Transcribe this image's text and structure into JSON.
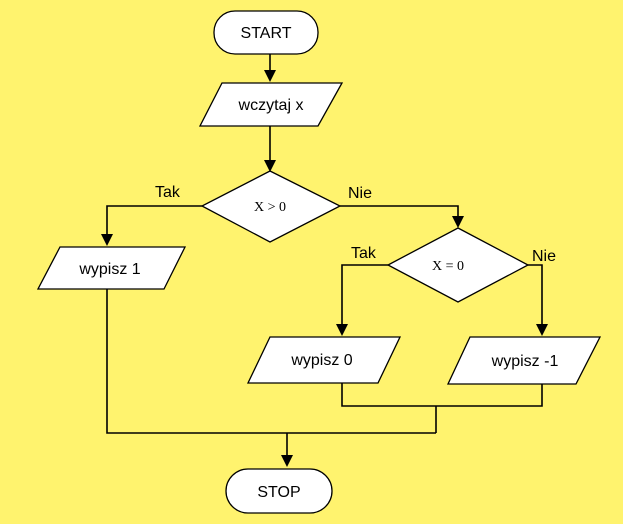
{
  "background_color": "#FFF36E",
  "flowchart": {
    "start_label": "START",
    "input_label": "wczytaj x",
    "decision1_label": "X > 0",
    "decision1_yes": "Tak",
    "decision1_no": "Nie",
    "output1_label": "wypisz 1",
    "decision2_label": "X = 0",
    "decision2_yes": "Tak",
    "decision2_no": "Nie",
    "output0_label": "wypisz 0",
    "output_neg1_label": "wypisz -1",
    "stop_label": "STOP"
  }
}
